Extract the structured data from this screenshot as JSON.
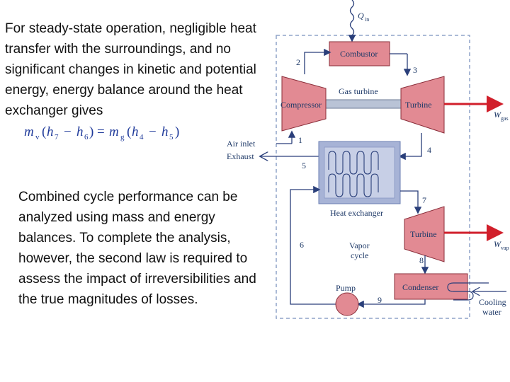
{
  "text": {
    "intro": "For steady-state operation, negligible heat transfer with the surroundings, and no significant changes in kinetic and potential energy, energy balance around the heat exchanger gives",
    "performance": "Combined cycle performance can be analyzed using mass and energy balances. To complete the analysis, however, the second law is required to assess the impact of irreversibilities and the true magnitudes of losses."
  },
  "equation": {
    "m_v": "m",
    "m_v_sub": "v",
    "h7": "h",
    "h7_sub": "7",
    "h6": "h",
    "h6_sub": "6",
    "m_g": "m",
    "m_g_sub": "g",
    "h4": "h",
    "h4_sub": "4",
    "h5": "h",
    "h5_sub": "5"
  },
  "diagram": {
    "q_in": "Q",
    "q_in_sub": "in",
    "combustor": "Combustor",
    "gas_turbine": "Gas turbine",
    "compressor": "Compressor",
    "turbine_gas": "Turbine",
    "w_gas": "W",
    "w_gas_sub": "gas",
    "air_inlet": "Air inlet",
    "exhaust": "Exhaust",
    "heat_exchanger": "Heat exchanger",
    "turbine_vap": "Turbine",
    "w_vap": "W",
    "w_vap_sub": "vap",
    "vapor_cycle_1": "Vapor",
    "vapor_cycle_2": "cycle",
    "pump": "Pump",
    "condenser": "Condenser",
    "cooling_1": "Cooling",
    "cooling_2": "water",
    "states": [
      "1",
      "2",
      "3",
      "4",
      "5",
      "6",
      "7",
      "8",
      "9"
    ]
  },
  "colors": {
    "component_fill": "#e28a93",
    "component_stroke": "#8a2e3a",
    "pipe": "#2a3f7a",
    "hx_fill": "#a7b3d6",
    "work_arrow": "#d11f2b",
    "boundary": "#8fa3c8"
  }
}
